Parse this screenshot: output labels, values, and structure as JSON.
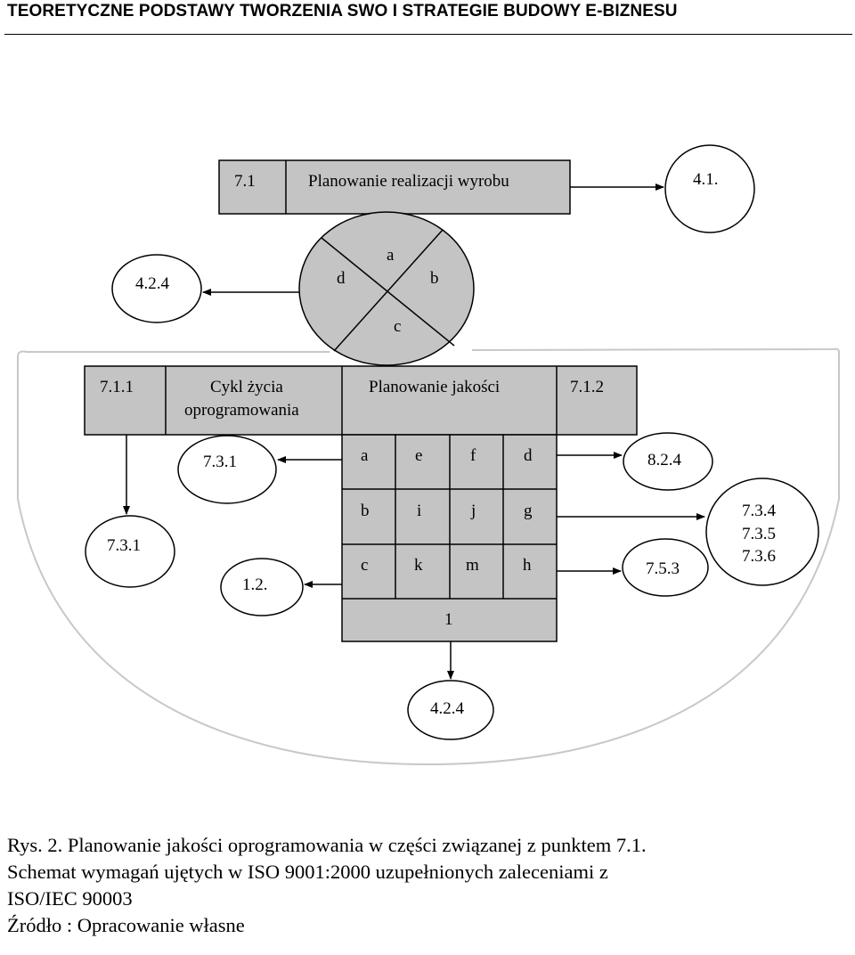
{
  "header": {
    "title": "TEORETYCZNE PODSTAWY TWORZENIA SWO I STRATEGIE BUDOWY E-BIZNESU"
  },
  "diagram": {
    "top_box": {
      "number": "7.1",
      "title": "Planowanie realizacji wyrobu"
    },
    "circle_segments": {
      "top": "a",
      "right": "b",
      "bottom": "c",
      "left": "d"
    },
    "middle_header": {
      "left_number": "7.1.1",
      "left_title_line1": "Cykl życia",
      "left_title_line2": "oprogramowania",
      "center_title": "Planowanie jakości",
      "right_number": "7.1.2"
    },
    "grid": {
      "rows": [
        [
          "a",
          "e",
          "f",
          "d"
        ],
        [
          "b",
          "i",
          "j",
          "g"
        ],
        [
          "c",
          "k",
          "m",
          "h"
        ]
      ],
      "footer": "1"
    },
    "nodes": {
      "n_4_1": "4.1.",
      "n_4_2_4_top": "4.2.4",
      "n_7_3_1_upper": "7.3.1",
      "n_7_3_1_lower": "7.3.1",
      "n_1_2": "1.2.",
      "n_8_2_4": "8.2.4",
      "n_7_3_4": "7.3.4",
      "n_7_3_5": "7.3.5",
      "n_7_3_6": "7.3.6",
      "n_7_5_3": "7.5.3",
      "n_4_2_4_bottom": "4.2.4"
    }
  },
  "caption": {
    "line1": "Rys. 2. Planowanie jakości oprogramowania w części związanej z punktem 7.1.",
    "line2": "Schemat wymagań ujętych w ISO 9001:2000 uzupełnionych zaleceniami z",
    "line3": "ISO/IEC 90003",
    "line4": "Źródło : Opracowanie własne"
  },
  "colors": {
    "box_fill": "#c4c4c4",
    "ellipse_fill": "#ffffff",
    "stroke": "#000000",
    "region_outline": "#c8c8c8"
  }
}
